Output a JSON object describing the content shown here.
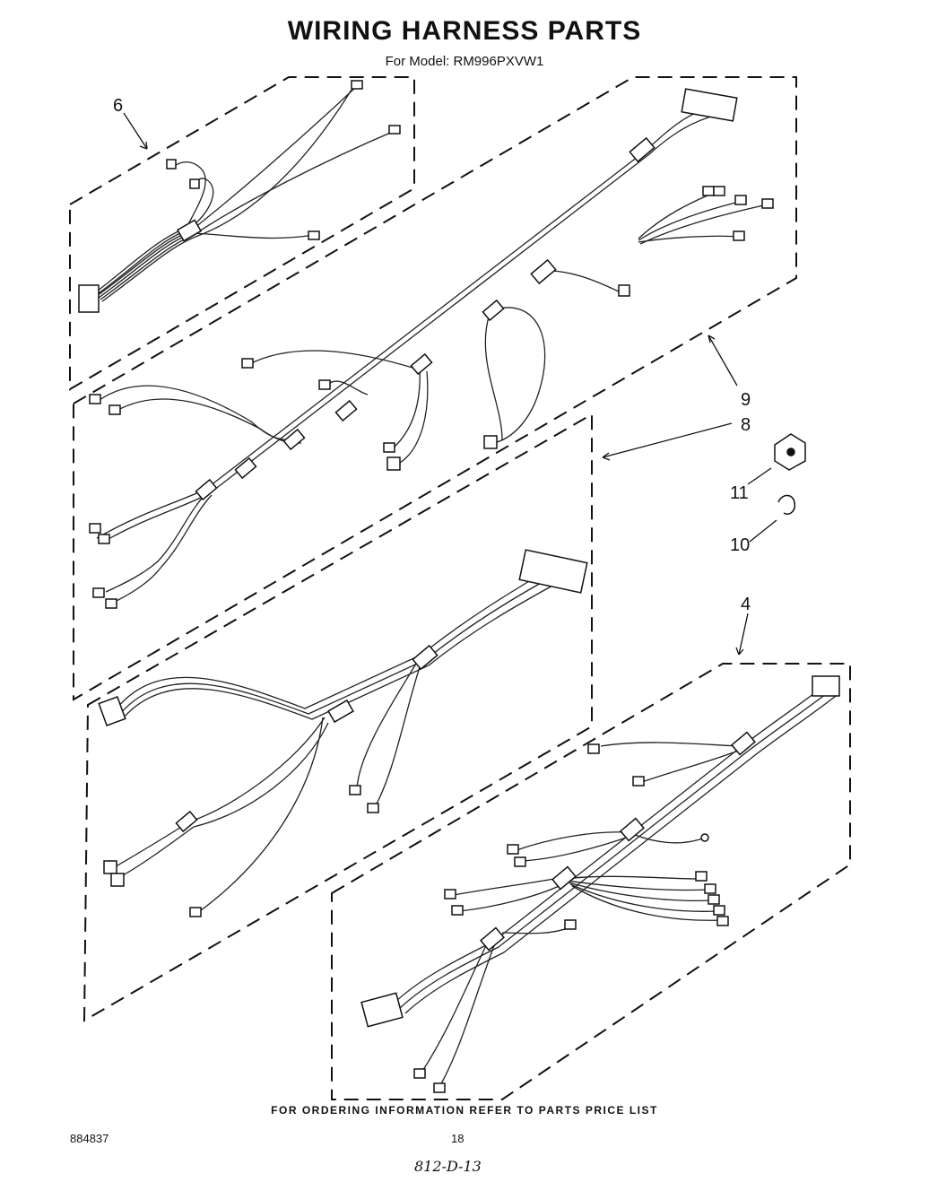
{
  "header": {
    "title": "WIRING HARNESS PARTS",
    "model_line": "For Model: RM996PXVW1"
  },
  "callouts": {
    "harness_top_left": "6",
    "harness_main": "9",
    "harness_middle": "8",
    "clip": "11",
    "tie": "10",
    "harness_bottom_right": "4"
  },
  "footer": {
    "ordering_note": "FOR ORDERING INFORMATION REFER TO PARTS PRICE LIST",
    "doc_number": "884837",
    "page_number": "18",
    "handwritten_code": "812-D-13"
  }
}
